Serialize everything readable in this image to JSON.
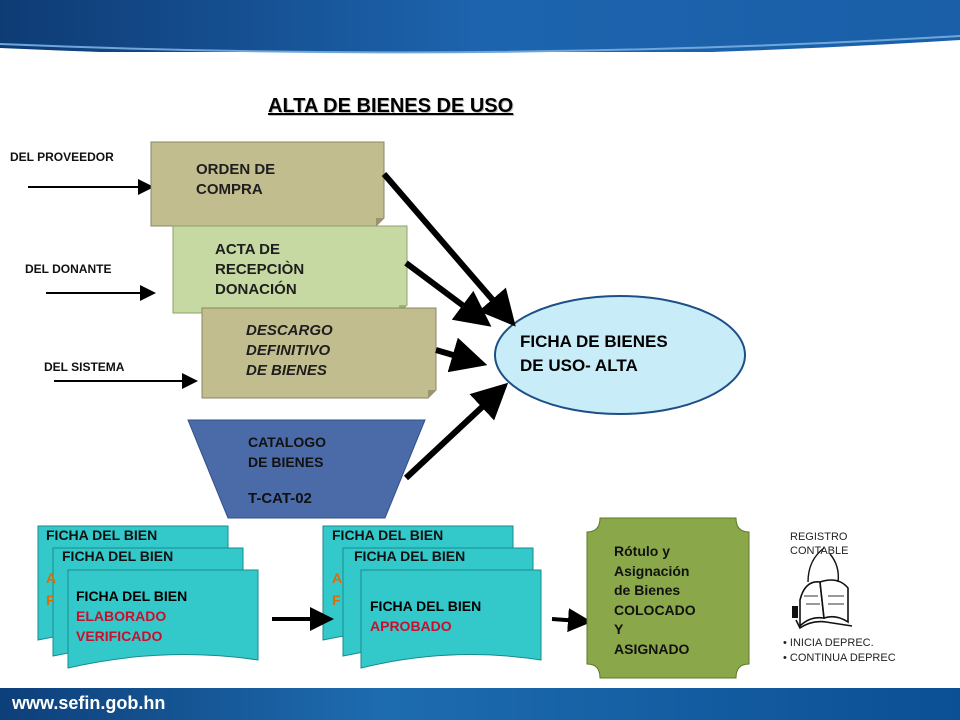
{
  "title": "ALTA DE BIENES DE USO",
  "sources": {
    "proveedor": "DEL PROVEEDOR",
    "donante": "DEL DONANTE",
    "sistema": "DEL SISTEMA"
  },
  "documents": {
    "orden": [
      "ORDEN DE",
      "COMPRA"
    ],
    "acta": [
      "ACTA DE",
      "RECEPCIÒN",
      "DONACIÓN"
    ],
    "descargo": [
      "DESCARGO",
      "DEFINITIVO",
      "DE BIENES"
    ]
  },
  "catalog": {
    "lines": [
      "CATALOGO",
      "DE BIENES"
    ],
    "code": "T-CAT-02"
  },
  "target": [
    "FICHA DE BIENES",
    "DE USO- ALTA"
  ],
  "ficha_group_1": {
    "back": "FICHA  DEL BIEN",
    "middle": "FICHA  DEL BIEN",
    "front_title": "FICHA DEL BIEN",
    "front_status": [
      "ELABORADO",
      "VERIFICADO"
    ]
  },
  "ficha_group_2": {
    "back": "FICHA  DEL BIEN",
    "middle": "FICHA  DEL BIEN",
    "front_title": "FICHA DEL BIEN",
    "front_status": [
      "APROBADO"
    ]
  },
  "rotulo": [
    "Rótulo  y",
    "Asignación",
    "de Bienes",
    "COLOCADO",
    "Y",
    "ASIGNADO"
  ],
  "registro": [
    "REGISTRO",
    "CONTABLE"
  ],
  "depreciation": [
    "INICIA DEPREC.",
    "CONTINUA  DEPREC"
  ],
  "footer": "www.sefin.gob.hn",
  "colors": {
    "orden_fill": "#c1bd8f",
    "acta_fill": "#c6d9a2",
    "descargo_fill": "#c1bd8f",
    "catalog_fill": "#4a6ba8",
    "ellipse_fill": "#c8ecf8",
    "ficha_fill": "#33c9cb",
    "rotulo_fill": "#8aa84a",
    "status_red": "#c8102e"
  },
  "icons": [
    "book-icon",
    "arrow-icon"
  ]
}
